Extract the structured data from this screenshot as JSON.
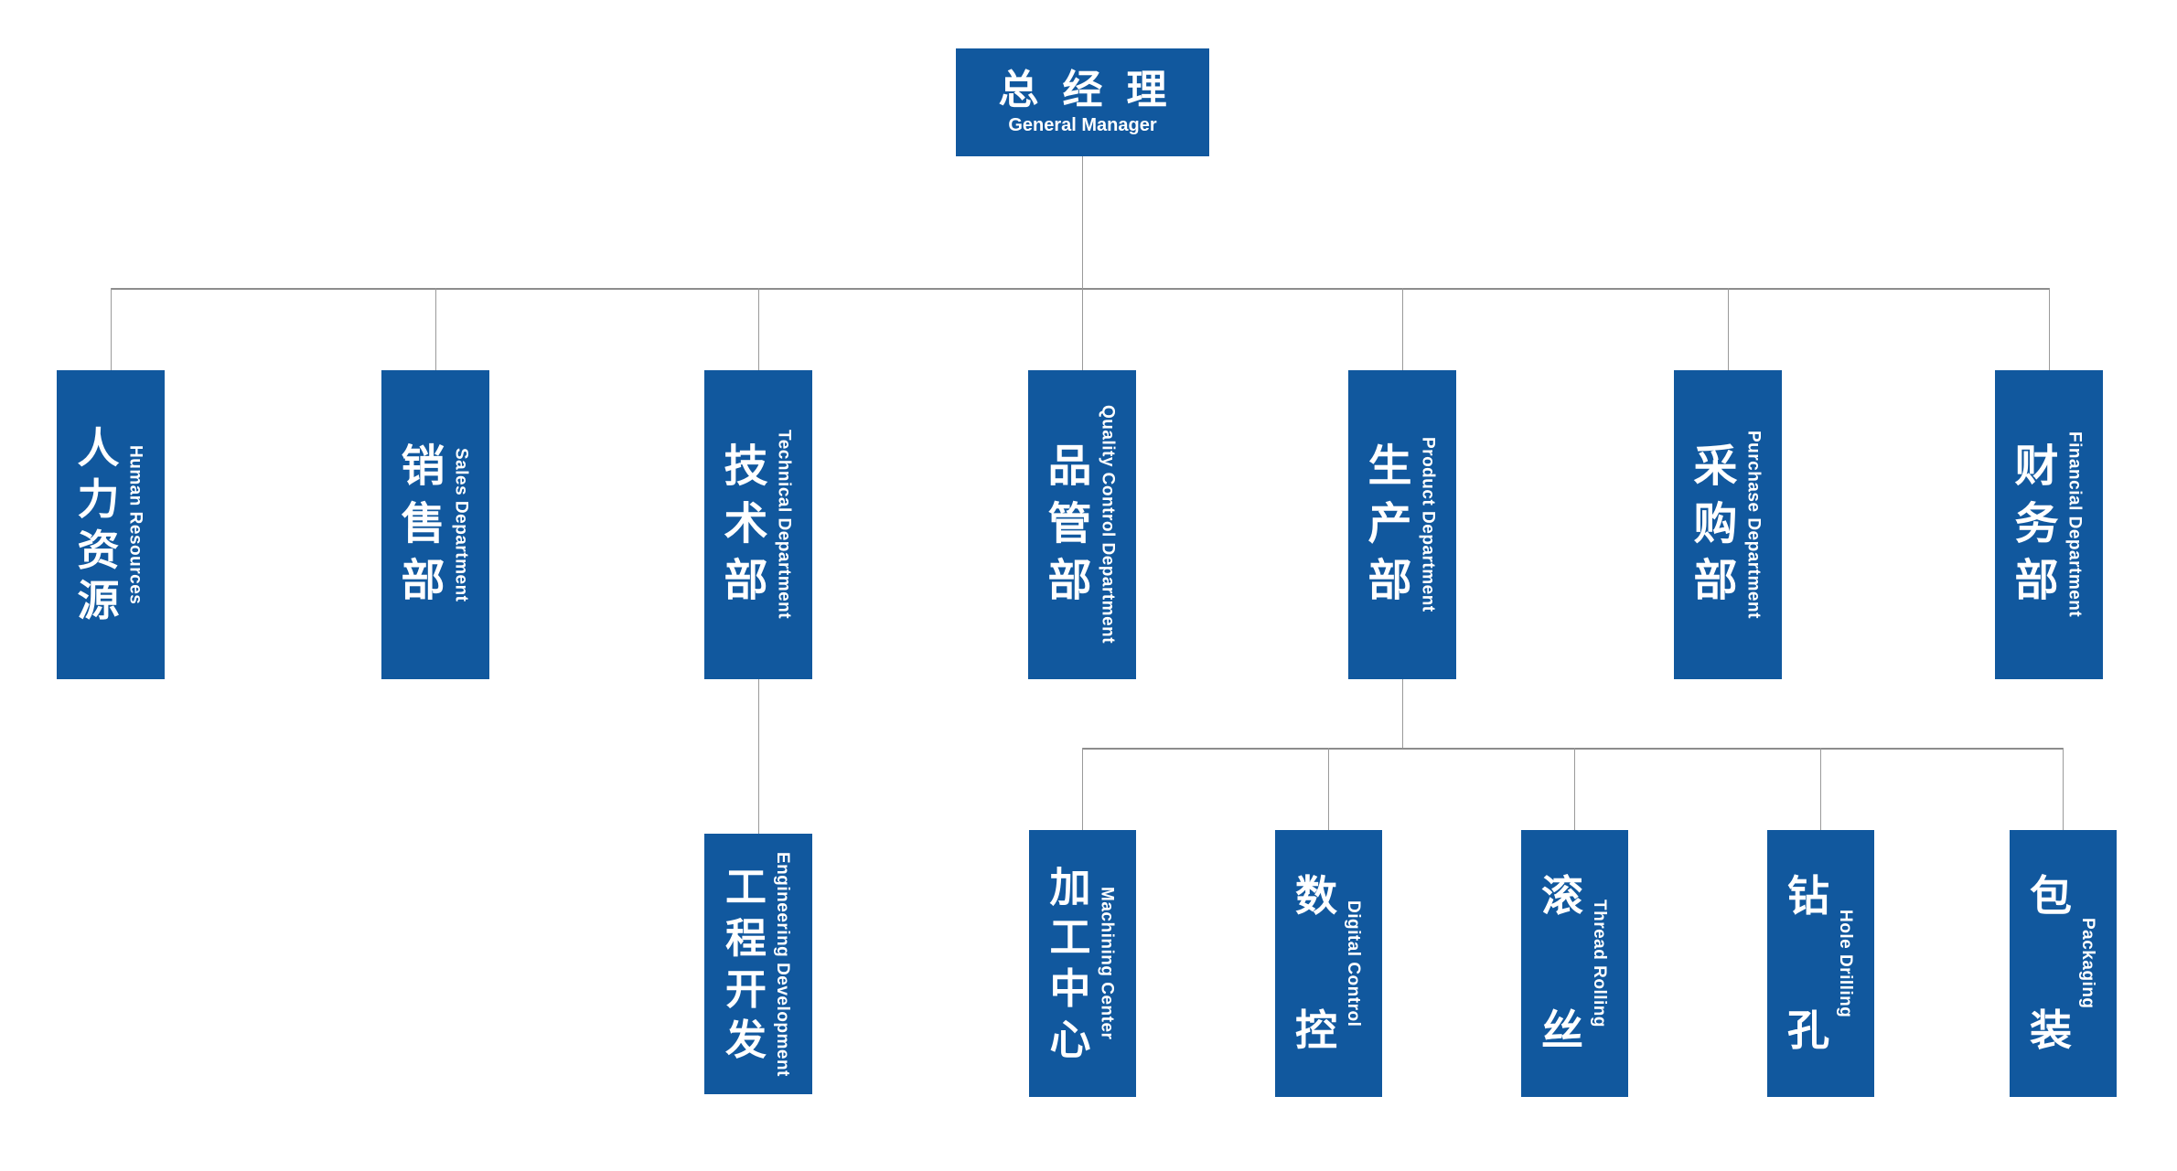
{
  "palette": {
    "box_blue": "#11589e",
    "line_gray": "#9a9a9a",
    "text_white": "#ffffff"
  },
  "root": {
    "zh": "总经理",
    "en": "General Manager"
  },
  "level2": [
    {
      "zh": "人力资源",
      "en": "Human Resources"
    },
    {
      "zh": "销售部",
      "en": "Sales Department"
    },
    {
      "zh": "技术部",
      "en": "Technical Department"
    },
    {
      "zh": "品管部",
      "en": "Quality Control Department"
    },
    {
      "zh": "生产部",
      "en": "Product Department"
    },
    {
      "zh": "采购部",
      "en": "Purchase Department"
    },
    {
      "zh": "财务部",
      "en": "Financial Department"
    }
  ],
  "level3_technical": [
    {
      "zh": "工程开发",
      "en": "Engineering Development"
    }
  ],
  "level3_production": [
    {
      "zh": "加工中心",
      "en": "Machining Center"
    },
    {
      "zh": "数控",
      "en": "Digital Control"
    },
    {
      "zh": "滚丝",
      "en": "Thread Rolling"
    },
    {
      "zh": "钻孔",
      "en": "Hole Drilling"
    },
    {
      "zh": "包装",
      "en": "Packaging"
    }
  ]
}
